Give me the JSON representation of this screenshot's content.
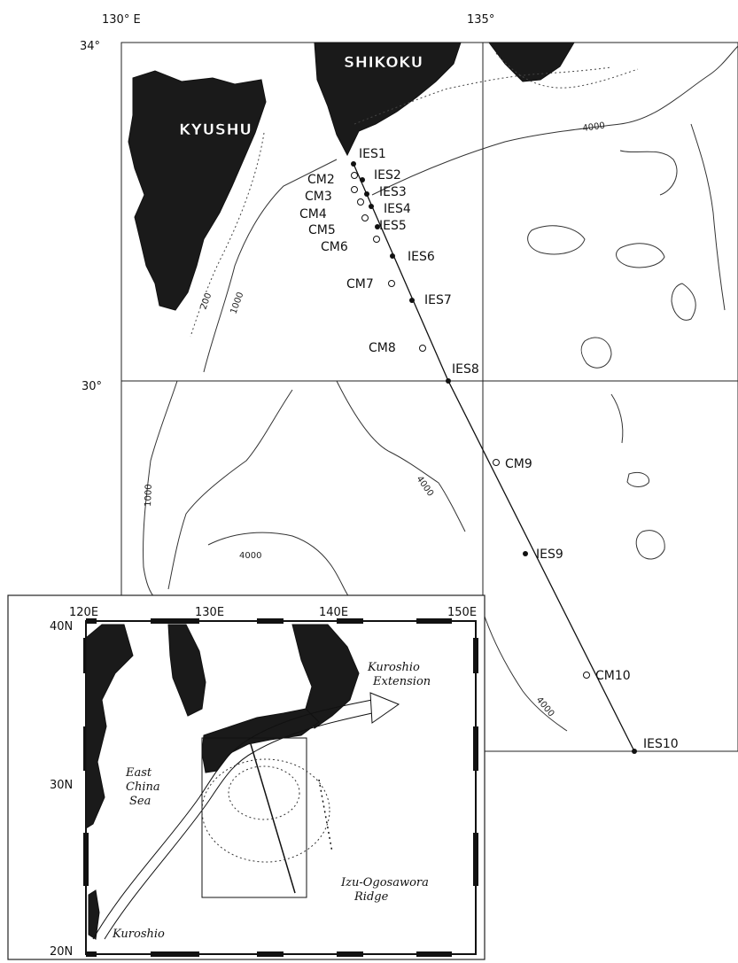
{
  "main_map": {
    "lon_labels": [
      "130° E",
      "135°"
    ],
    "lat_labels": [
      "34°",
      "30°"
    ],
    "islands": [
      "KYUSHU",
      "SHIKOKU"
    ],
    "contour_labels": [
      "4000",
      "200",
      "1000",
      "1000",
      "4000",
      "4000",
      "4000"
    ],
    "ies_stations": [
      "IES1",
      "IES2",
      "IES3",
      "IES4",
      "IES5",
      "IES6",
      "IES7",
      "IES8",
      "IES9",
      "IES10"
    ],
    "cm_stations": [
      "CM2",
      "CM3",
      "CM4",
      "CM5",
      "CM6",
      "CM7",
      "CM8",
      "CM9",
      "CM10"
    ]
  },
  "inset_map": {
    "lon_labels": [
      "120E",
      "130E",
      "140E",
      "150E"
    ],
    "lat_labels": [
      "40N",
      "30N",
      "20N"
    ],
    "annotations": {
      "east_china_sea": [
        "East",
        "China",
        "Sea"
      ],
      "kuroshio": "Kuroshio",
      "kuroshio_extension": [
        "Kuroshio",
        "Extension"
      ],
      "izu_ridge": [
        "Izu-Ogosawora",
        "Ridge"
      ]
    }
  }
}
